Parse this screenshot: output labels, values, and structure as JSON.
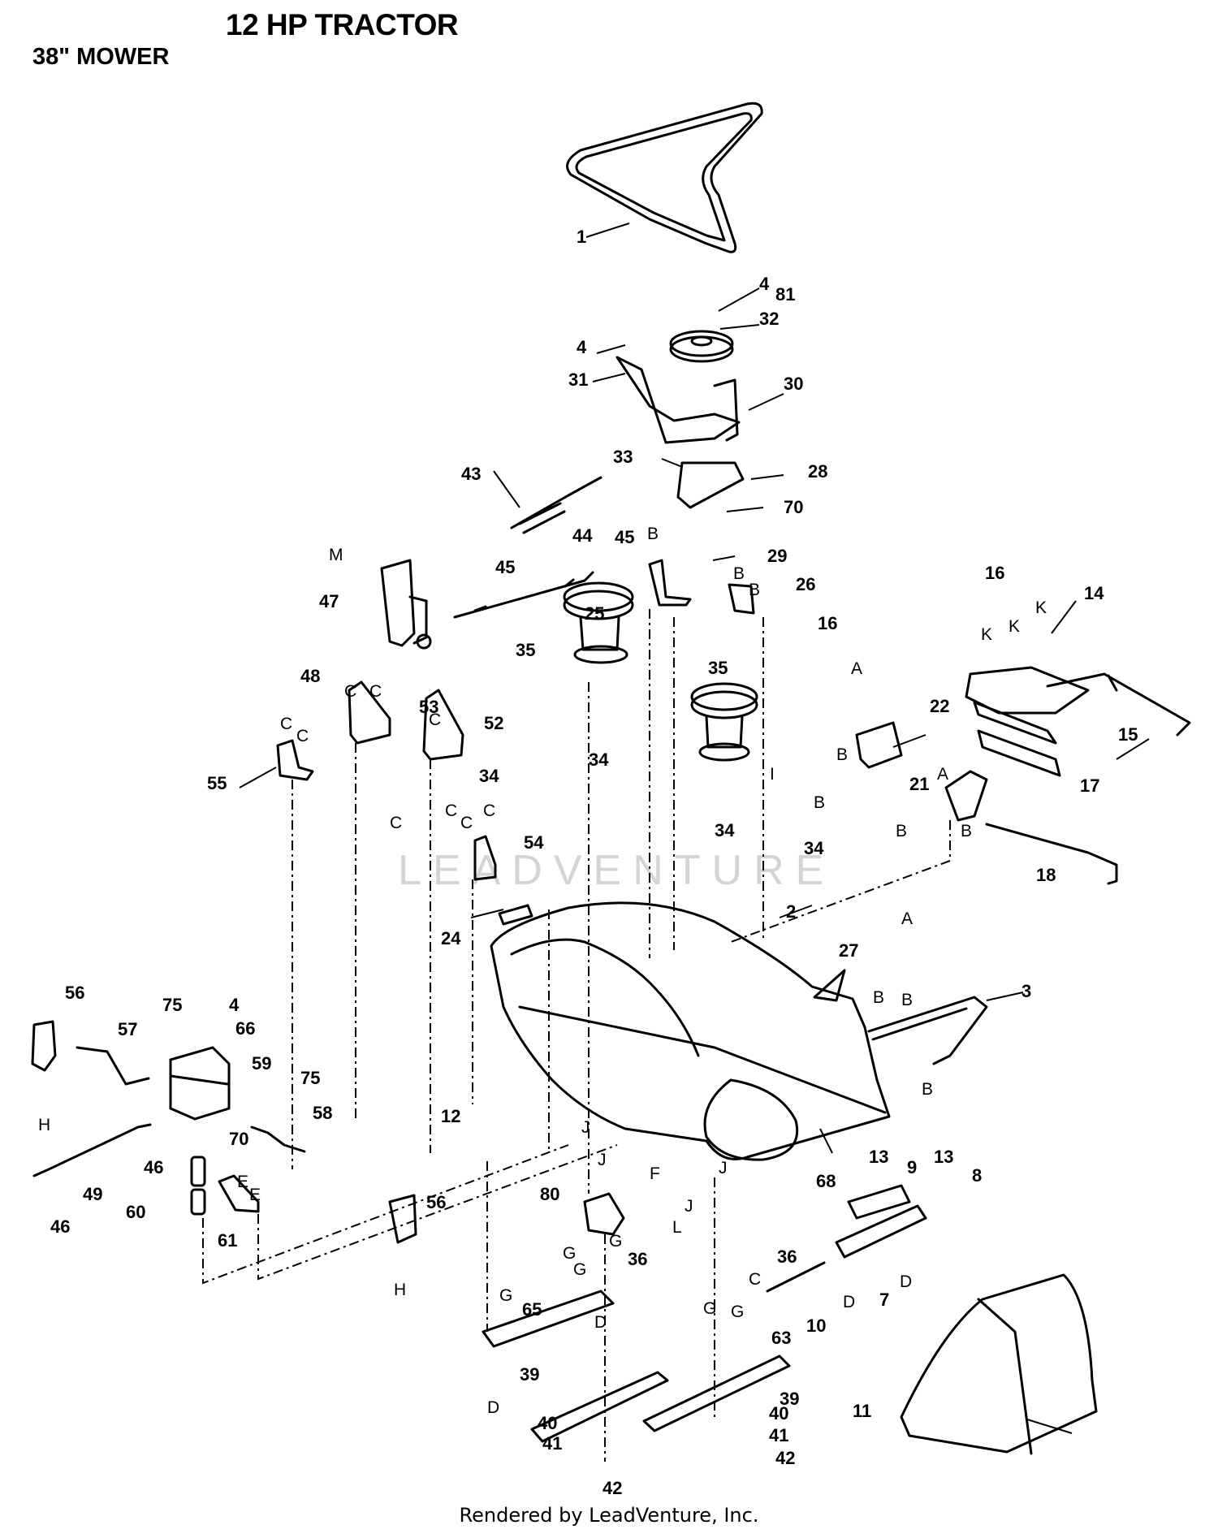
{
  "title": "12 HP TRACTOR",
  "subtitle": "38\" MOWER",
  "footer": "Rendered by LeadVenture, Inc.",
  "watermark": "LEADVENTURE",
  "callouts": [
    {
      "id": "c1",
      "text": "1"
    },
    {
      "id": "c4a",
      "text": "4"
    },
    {
      "id": "c81",
      "text": "81"
    },
    {
      "id": "c32",
      "text": "32"
    },
    {
      "id": "c4b",
      "text": "4"
    },
    {
      "id": "c31",
      "text": "31"
    },
    {
      "id": "c30",
      "text": "30"
    },
    {
      "id": "c33",
      "text": "33"
    },
    {
      "id": "c28",
      "text": "28"
    },
    {
      "id": "c70a",
      "text": "70"
    },
    {
      "id": "c43",
      "text": "43"
    },
    {
      "id": "c29",
      "text": "29"
    },
    {
      "id": "c44",
      "text": "44"
    },
    {
      "id": "c45a",
      "text": "45"
    },
    {
      "id": "c45b",
      "text": "45"
    },
    {
      "id": "c25",
      "text": "25"
    },
    {
      "id": "c26",
      "text": "26"
    },
    {
      "id": "c47",
      "text": "47"
    },
    {
      "id": "c16a",
      "text": "16"
    },
    {
      "id": "c14",
      "text": "14"
    },
    {
      "id": "c16b",
      "text": "16"
    },
    {
      "id": "c35a",
      "text": "35"
    },
    {
      "id": "c35b",
      "text": "35"
    },
    {
      "id": "c48",
      "text": "48"
    },
    {
      "id": "c22",
      "text": "22"
    },
    {
      "id": "c15",
      "text": "15"
    },
    {
      "id": "c53",
      "text": "53"
    },
    {
      "id": "c52",
      "text": "52"
    },
    {
      "id": "c55",
      "text": "55"
    },
    {
      "id": "c34a",
      "text": "34"
    },
    {
      "id": "c34b",
      "text": "34"
    },
    {
      "id": "c21",
      "text": "21"
    },
    {
      "id": "c17",
      "text": "17"
    },
    {
      "id": "c34c",
      "text": "34"
    },
    {
      "id": "c34d",
      "text": "34"
    },
    {
      "id": "c54",
      "text": "54"
    },
    {
      "id": "c18",
      "text": "18"
    },
    {
      "id": "c2",
      "text": "2"
    },
    {
      "id": "c24",
      "text": "24"
    },
    {
      "id": "c27",
      "text": "27"
    },
    {
      "id": "c3",
      "text": "3"
    },
    {
      "id": "c56a",
      "text": "56"
    },
    {
      "id": "c75a",
      "text": "75"
    },
    {
      "id": "c4c",
      "text": "4"
    },
    {
      "id": "c57",
      "text": "57"
    },
    {
      "id": "c66",
      "text": "66"
    },
    {
      "id": "c59",
      "text": "59"
    },
    {
      "id": "c75b",
      "text": "75"
    },
    {
      "id": "c58",
      "text": "58"
    },
    {
      "id": "c12",
      "text": "12"
    },
    {
      "id": "c70b",
      "text": "70"
    },
    {
      "id": "c46a",
      "text": "46"
    },
    {
      "id": "c49",
      "text": "49"
    },
    {
      "id": "c60",
      "text": "60"
    },
    {
      "id": "c46b",
      "text": "46"
    },
    {
      "id": "c61",
      "text": "61"
    },
    {
      "id": "c68",
      "text": "68"
    },
    {
      "id": "c13a",
      "text": "13"
    },
    {
      "id": "c9",
      "text": "9"
    },
    {
      "id": "c13b",
      "text": "13"
    },
    {
      "id": "c8",
      "text": "8"
    },
    {
      "id": "c80",
      "text": "80"
    },
    {
      "id": "c56b",
      "text": "56"
    },
    {
      "id": "c36a",
      "text": "36"
    },
    {
      "id": "c36b",
      "text": "36"
    },
    {
      "id": "c7",
      "text": "7"
    },
    {
      "id": "c65",
      "text": "65"
    },
    {
      "id": "c10",
      "text": "10"
    },
    {
      "id": "c63",
      "text": "63"
    },
    {
      "id": "c39a",
      "text": "39"
    },
    {
      "id": "c39b",
      "text": "39"
    },
    {
      "id": "c11",
      "text": "11"
    },
    {
      "id": "c40a",
      "text": "40"
    },
    {
      "id": "c40b",
      "text": "40"
    },
    {
      "id": "c41a",
      "text": "41"
    },
    {
      "id": "c41b",
      "text": "41"
    },
    {
      "id": "c42a",
      "text": "42"
    },
    {
      "id": "c42b",
      "text": "42"
    }
  ],
  "reference_letters": [
    {
      "id": "lM",
      "text": "M"
    },
    {
      "id": "lB1",
      "text": "B"
    },
    {
      "id": "lB2",
      "text": "B"
    },
    {
      "id": "lB3",
      "text": "B"
    },
    {
      "id": "lK1",
      "text": "K"
    },
    {
      "id": "lK2",
      "text": "K"
    },
    {
      "id": "lK3",
      "text": "K"
    },
    {
      "id": "lA1",
      "text": "A"
    },
    {
      "id": "lA2",
      "text": "A"
    },
    {
      "id": "lA3",
      "text": "A"
    },
    {
      "id": "lB4",
      "text": "B"
    },
    {
      "id": "lB5",
      "text": "B"
    },
    {
      "id": "lB6",
      "text": "B"
    },
    {
      "id": "lB7",
      "text": "B"
    },
    {
      "id": "lB8",
      "text": "B"
    },
    {
      "id": "lB9",
      "text": "B"
    },
    {
      "id": "lC1",
      "text": "C"
    },
    {
      "id": "lC2",
      "text": "C"
    },
    {
      "id": "lC3",
      "text": "C"
    },
    {
      "id": "lC4",
      "text": "C"
    },
    {
      "id": "lC5",
      "text": "C"
    },
    {
      "id": "lC6",
      "text": "C"
    },
    {
      "id": "lC7",
      "text": "C"
    },
    {
      "id": "lC8",
      "text": "C"
    },
    {
      "id": "lC9",
      "text": "C"
    },
    {
      "id": "lI",
      "text": "I"
    },
    {
      "id": "lH1",
      "text": "H"
    },
    {
      "id": "lE1",
      "text": "E"
    },
    {
      "id": "lE2",
      "text": "E"
    },
    {
      "id": "lH2",
      "text": "H"
    },
    {
      "id": "lJ1",
      "text": "J"
    },
    {
      "id": "lJ2",
      "text": "J"
    },
    {
      "id": "lJ3",
      "text": "J"
    },
    {
      "id": "lJ4",
      "text": "J"
    },
    {
      "id": "lF",
      "text": "F"
    },
    {
      "id": "lL",
      "text": "L"
    },
    {
      "id": "lG1",
      "text": "G"
    },
    {
      "id": "lG2",
      "text": "G"
    },
    {
      "id": "lG3",
      "text": "G"
    },
    {
      "id": "lG4",
      "text": "G"
    },
    {
      "id": "lG5",
      "text": "G"
    },
    {
      "id": "lG6",
      "text": "G"
    },
    {
      "id": "lD1",
      "text": "D"
    },
    {
      "id": "lD2",
      "text": "D"
    },
    {
      "id": "lD3",
      "text": "D"
    },
    {
      "id": "lD4",
      "text": "D"
    },
    {
      "id": "lB10",
      "text": "B"
    },
    {
      "id": "lC10",
      "text": "C"
    }
  ]
}
